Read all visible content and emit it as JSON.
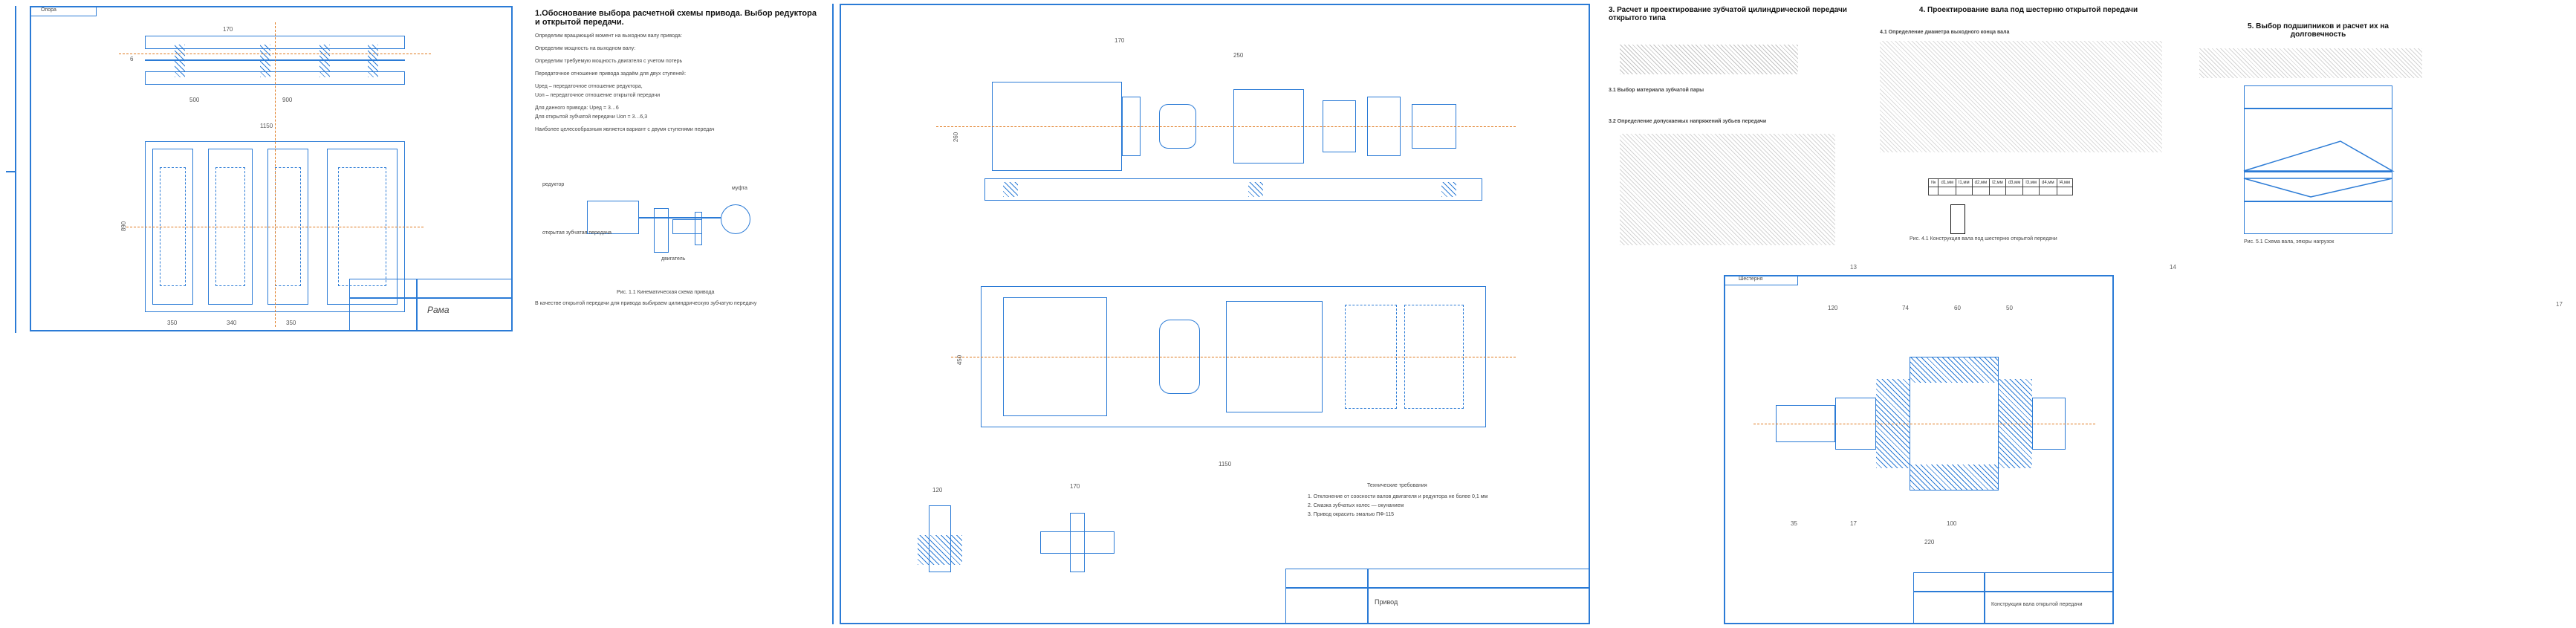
{
  "sheet1": {
    "top_label": "Опора",
    "title_block_label": "Рама",
    "dim_labels": [
      "170",
      "6",
      "500",
      "900",
      "1150",
      "350",
      "340",
      "350",
      "890"
    ]
  },
  "text_page1": {
    "heading": "1.Обоснование выбора расчетной схемы привода. Выбор редуктора и открытой передачи.",
    "lines": [
      "Определим вращающий момент на выходном валу привода:",
      "Определим мощность на выходном валу:",
      "Определим требуемую мощность двигателя с учетом потерь",
      "Передаточное отношение привода задаём для двух ступеней:",
      "Uред – передаточное отношение редуктора,",
      "Uоп – передаточное отношение открытой передачи",
      "Для данного привода: Uред = 3…6",
      "Для открытой зубчатой передачи Uоп = 3…6,3",
      "Наиболее целесообразным является вариант с двумя ступенями передач"
    ],
    "caption": "Рис. 1.1 Кинематическая схема привода",
    "caption_text": "В качестве открытой передачи для привода выбираем цилиндрическую зубчатую передачу",
    "diagram_labels": [
      "редуктор",
      "открытая зубчатая передача",
      "муфта",
      "двигатель"
    ]
  },
  "sheet2": {
    "title_block_label": "Привод",
    "notes": [
      "Технические требования",
      "1. Отклонение от соосности валов двигателя и редуктора не более 0,1 мм",
      "2. Смазка зубчатых колес — окунанием",
      "3. Привод окрасить эмалью ПФ-115"
    ],
    "dim_labels": [
      "170",
      "250",
      "1150",
      "450",
      "260",
      "120",
      "170"
    ]
  },
  "text_page2": {
    "heading": "3. Расчет и проектирование зубчатой цилиндрической передачи открытого типа",
    "subheadings": [
      "3.1 Выбор материала зубчатой пары",
      "3.2 Определение допускаемых напряжений зубьев передачи"
    ],
    "page_number": "13"
  },
  "text_page3": {
    "heading": "4. Проектирование вала под шестерню открытой передачи",
    "subheadings": [
      "4.1 Определение диаметра выходного конца вала"
    ],
    "caption": "Рис. 4.1 Конструкция вала под шестерню открытой передачи",
    "page_number": "14",
    "table_header": [
      "№",
      "d1,мм",
      "l1,мм",
      "d2,мм",
      "l2,мм",
      "d3,мм",
      "l3,мм",
      "d4,мм",
      "l4,мм"
    ]
  },
  "text_page4": {
    "heading": "5. Выбор подшипников и расчет их на долговечность",
    "caption": "Рис. 5.1 Схема вала, эпюры нагрузок",
    "page_number": "17"
  },
  "sheet3": {
    "top_label": "Шестерня",
    "title_block_label": "Конструкция вала открытой передачи",
    "dim_labels": [
      "120",
      "74",
      "60",
      "50",
      "35",
      "17",
      "100",
      "220"
    ]
  },
  "colors": {
    "frame": "#2b7bd6",
    "center_line": "#e07a1f",
    "ink": "#111111"
  }
}
